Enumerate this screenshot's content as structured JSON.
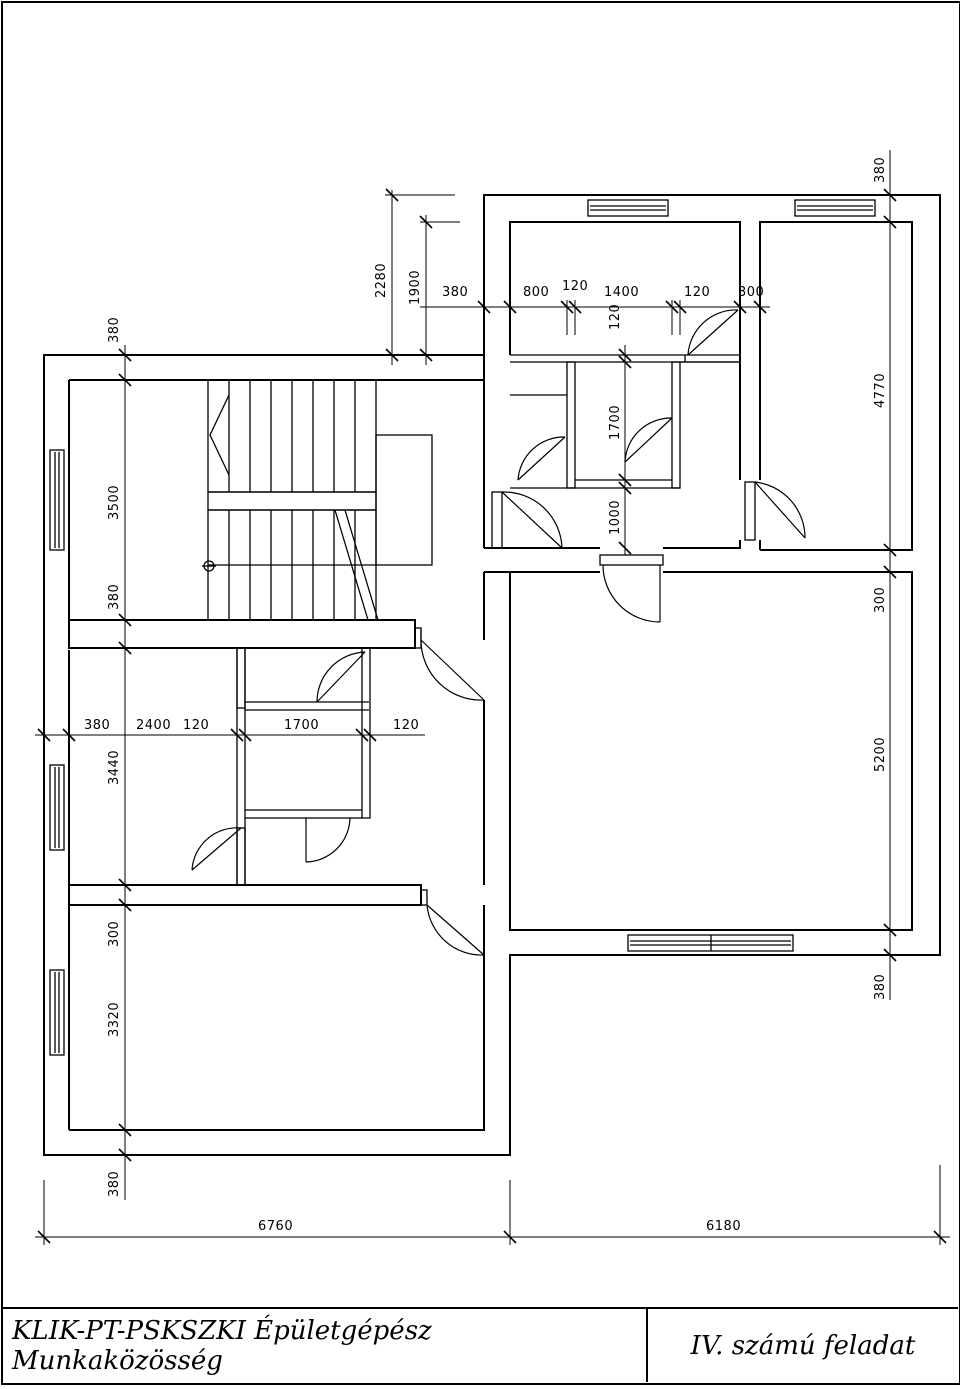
{
  "title_block": {
    "organization": "KLIK-PT-PSKSZKI Épületgépész Munkaközösség",
    "task": "IV. számú feladat"
  },
  "dimensions": {
    "top": [
      "380",
      "800",
      "120",
      "1400",
      "120",
      "300"
    ],
    "top_vertical": [
      "2280",
      "1900"
    ],
    "left_vertical": [
      "380",
      "3500",
      "380",
      "3440",
      "300",
      "3320",
      "380"
    ],
    "middle_horizontal": [
      "380",
      "2400",
      "120",
      "1700",
      "120"
    ],
    "inner_vertical": [
      "120",
      "1700",
      "1000"
    ],
    "right_vertical": [
      "380",
      "4770",
      "300",
      "5200",
      "380"
    ],
    "bottom": [
      "6760",
      "6180"
    ]
  }
}
